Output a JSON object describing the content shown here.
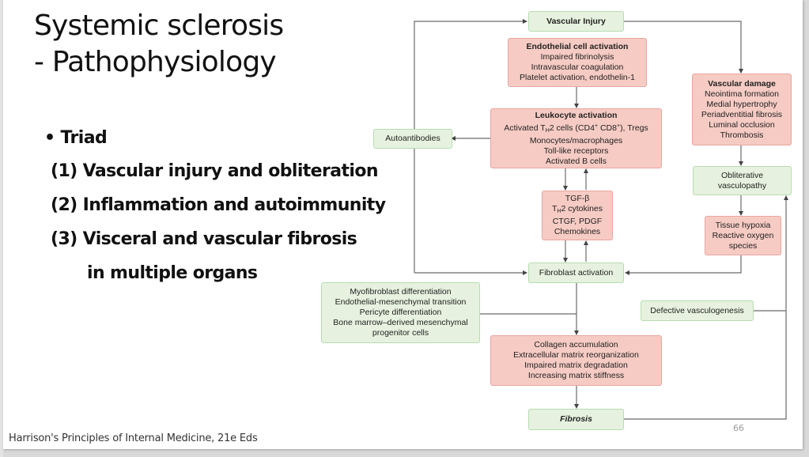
{
  "slide": {
    "title_lines": [
      "Systemic sclerosis",
      "- Pathophysiology"
    ],
    "bullet": "• Triad",
    "triad": [
      "(1) Vascular injury and obliteration",
      "(2) Inflammation and autoimmunity",
      "(3) Visceral and vascular fibrosis",
      "in multiple organs"
    ],
    "source": "Harrison's Principles of Internal Medicine, 21e Eds",
    "page_number": "66"
  },
  "diagram": {
    "colors": {
      "green_fill": "#e6f2df",
      "green_border": "#b6dcb0",
      "pink_fill": "#f6cbc3",
      "pink_border": "#e9a6a0",
      "line": "#555555"
    },
    "vascular_injury": "Vascular Injury",
    "endothelial": {
      "heading": "Endothelial cell activation",
      "lines": [
        "Impaired fibrinolysis",
        "Intravascular coagulation",
        "Platelet activation, endothelin-1"
      ]
    },
    "leukocyte": {
      "heading": "Leukocyte activation",
      "line1_pre": "Activated T",
      "line1_sub": "H",
      "line1_mid": "2 cells (CD4",
      "line1_sup1": "+",
      "line1_mid2": " CD8",
      "line1_sup2": "+",
      "line1_post": "), Tregs",
      "lines": [
        "Monocytes/macrophages",
        "Toll-like receptors",
        "Activated B cells"
      ]
    },
    "autoantibodies": "Autoantibodies",
    "mediators": {
      "line1": "TGF-β",
      "line2_pre": "T",
      "line2_sub": "H",
      "line2_post": "2 cytokines",
      "line3": "CTGF, PDGF",
      "line4": "Chemokines"
    },
    "vascular_damage": {
      "heading": "Vascular damage",
      "lines": [
        "Neointima formation",
        "Medial hypertrophy",
        "Periadventitial fibrosis",
        "Luminal occlusion",
        "Thrombosis"
      ]
    },
    "obliterative": [
      "Obliterative",
      "vasculopathy"
    ],
    "hypoxia": [
      "Tissue hypoxia",
      "Reactive oxygen",
      "species"
    ],
    "fibroblast_activation": "Fibroblast activation",
    "myofibroblast": [
      "Myofibroblast differentiation",
      "Endothelial-mesenchymal transition",
      "Pericyte differentiation",
      "Bone marrow–derived mesenchymal",
      "progenitor cells"
    ],
    "defective_vasculogenesis": "Defective vasculogenesis",
    "collagen": [
      "Collagen accumulation",
      "Extracellular matrix reorganization",
      "Impaired matrix degradation",
      "Increasing matrix stiffness"
    ],
    "fibrosis": "Fibrosis"
  }
}
